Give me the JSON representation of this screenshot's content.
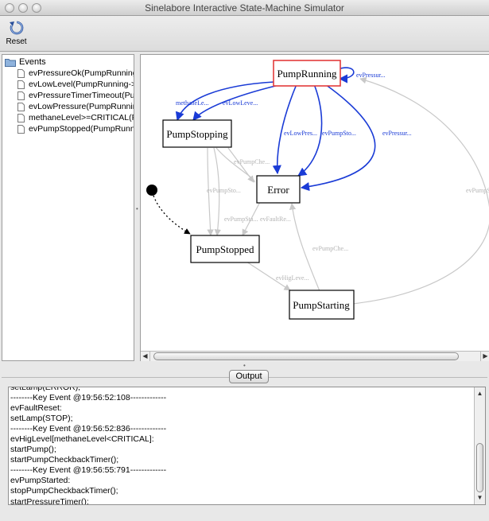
{
  "window": {
    "title": "Sinelabore Interactive State-Machine Simulator"
  },
  "toolbar": {
    "reset_label": "Reset"
  },
  "events": {
    "root_label": "Events",
    "items": [
      "evPressureOk(PumpRunning->",
      "evLowLevel(PumpRunning->Pu",
      "evPressureTimerTimeout(Pump",
      "evLowPressure(PumpRunning->",
      "methaneLevel>=CRITICAL(Pum",
      "evPumpStopped(PumpRunning-"
    ]
  },
  "diagram": {
    "states": {
      "pump_running": "PumpRunning",
      "pump_stopping": "PumpStopping",
      "error": "Error",
      "pump_stopped": "PumpStopped",
      "pump_starting": "PumpStarting"
    },
    "labels": {
      "self_loop": "evPressur...",
      "methane": "methaneLe...",
      "low_level": "evLowLeve...",
      "low_pressure": "evLowPres...",
      "pump_stopped_run": "evPumpSto...",
      "pressure_timer": "evPressur...",
      "pump_check1": "evPumpChe...",
      "pump_sto_stopping": "evPumpSto...",
      "pump_sta": "evPumpSta...",
      "fault_reset": "evFaultRe...",
      "pump_check2": "evPumpChe...",
      "hig_level": "evHigLeve...",
      "right_edge": "evPumpS"
    },
    "colors": {
      "active": "#e23b3b",
      "enabled_transition": "#1a3bd6",
      "disabled_transition": "#c8c8c8",
      "disabled_label": "#b4b4b4"
    }
  },
  "output": {
    "button_label": "Output",
    "lines": [
      "setLamp(ERROR);",
      "--------Key Event @19:56:52:108-------------",
      "evFaultReset:",
      "setLamp(STOP);",
      "--------Key Event @19:56:52:836-------------",
      "evHigLevel[methaneLevel<CRITICAL]:",
      "startPump();",
      "startPumpCheckbackTimer();",
      "--------Key Event @19:56:55:791-------------",
      "evPumpStarted:",
      "stopPumpCheckbackTimer();",
      "startPressureTimer();"
    ]
  }
}
